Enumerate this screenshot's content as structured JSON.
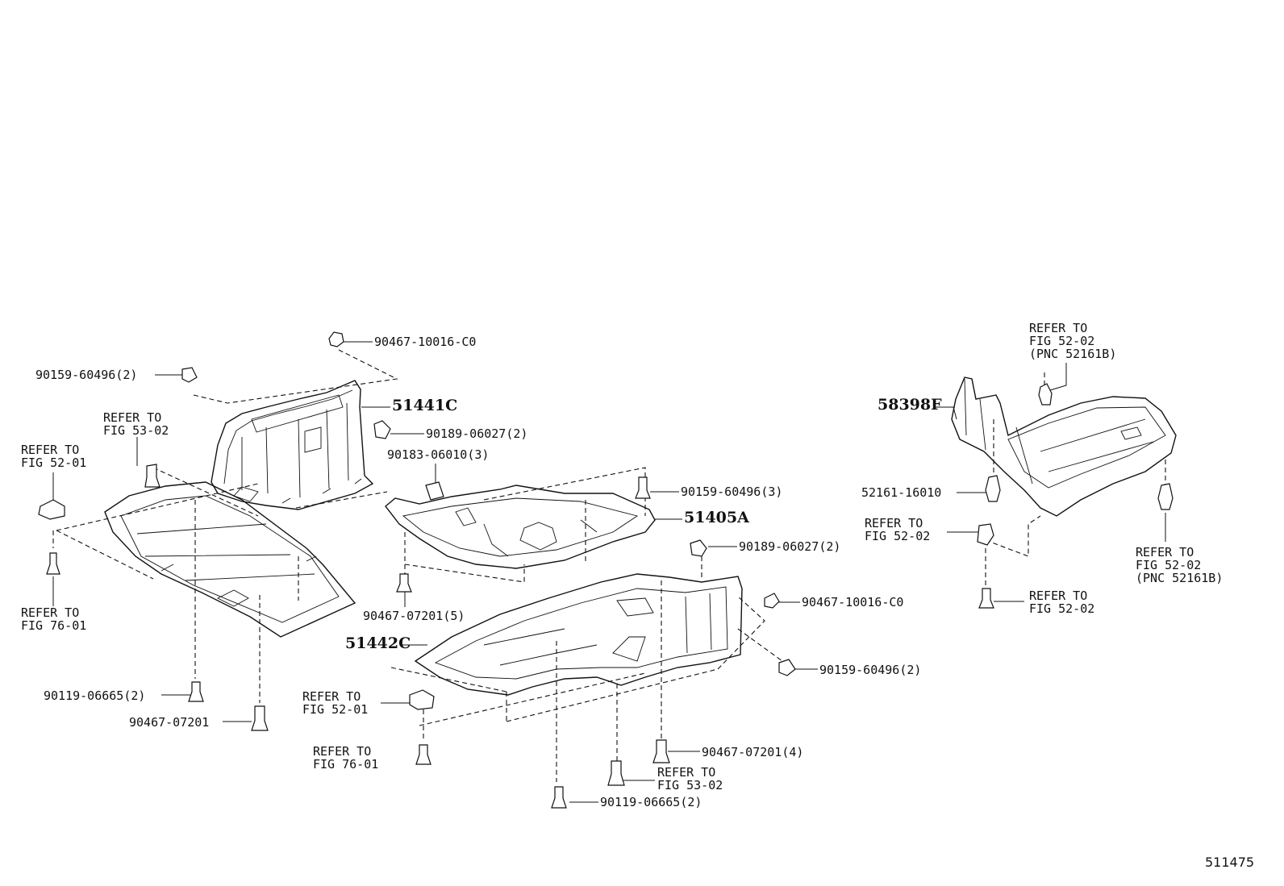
{
  "labels": {
    "p90467_10016_c0_top": "90467-10016-C0",
    "p90159_60496_2_tl": "90159-60496(2)",
    "p51441c": "51441C",
    "p90189_06027_2_a": "90189-06027(2)",
    "refer_53_02_a": "REFER TO\nFIG 53-02",
    "refer_52_01_a": "REFER TO\nFIG 52-01",
    "p90183_06010_3": "90183-06010(3)",
    "p90159_60496_3": "90159-60496(3)",
    "p51405a": "51405A",
    "refer_76_01_a": "REFER TO\nFIG 76-01",
    "p90189_06027_2_b": "90189-06027(2)",
    "p90467_07201_5": "90467-07201(5)",
    "p90467_10016_c0_mid": "90467-10016-C0",
    "p51442c": "51442C",
    "p90159_60496_2_r": "90159-60496(2)",
    "p90119_06665_2_l": "90119-06665(2)",
    "refer_52_01_b": "REFER TO\nFIG 52-01",
    "p90467_07201_l": "90467-07201",
    "refer_76_01_b": "REFER TO\nFIG 76-01",
    "p90467_07201_4": "90467-07201(4)",
    "refer_53_02_b": "REFER TO\nFIG 53-02",
    "p90119_06665_2_b": "90119-06665(2)",
    "refer_52_02_top": "REFER TO\nFIG 52-02\n(PNC 52161B)",
    "p58398f": "58398F",
    "p52161_16010": "52161-16010",
    "refer_52_02_mid": "REFER TO\nFIG 52-02",
    "refer_52_02_right": "REFER TO\nFIG 52-02\n(PNC 52161B)",
    "refer_52_02_bot": "REFER TO\nFIG 52-02",
    "diagram_id": "511475"
  }
}
